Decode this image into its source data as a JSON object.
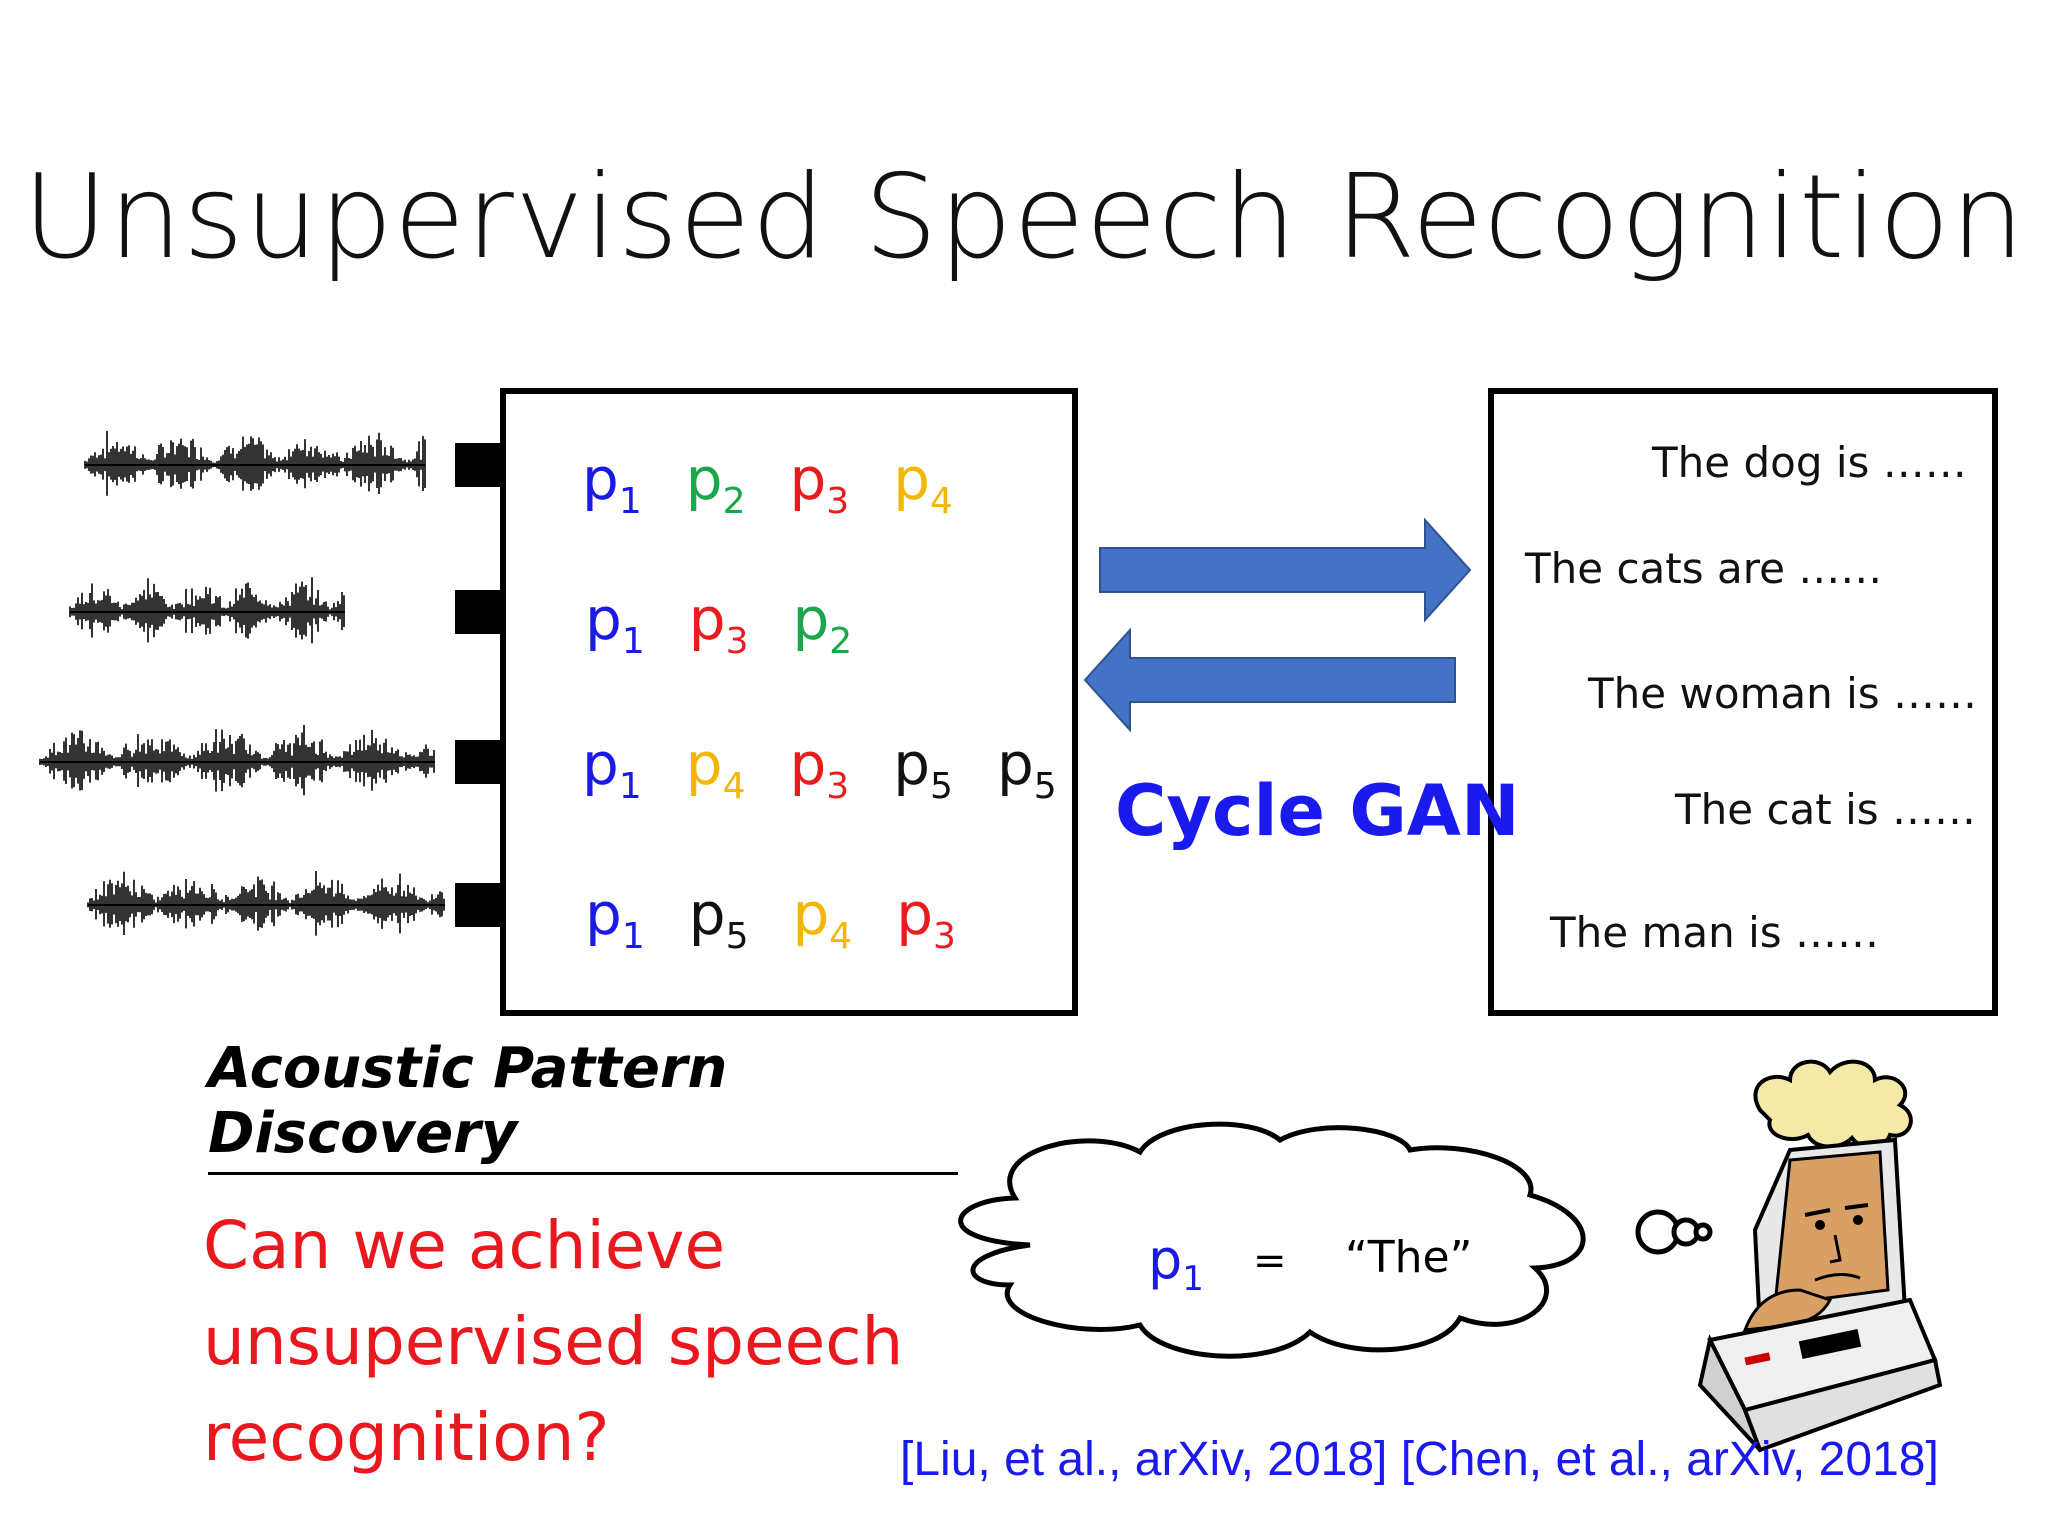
{
  "title": "Unsupervised Speech Recognition",
  "colors": {
    "p1": "#1a1ae6",
    "p2": "#1aa64a",
    "p3": "#e81c1c",
    "p4": "#f2b705",
    "p5": "#111111",
    "arrow_blue": "#4472c4",
    "question_red": "#e8181e",
    "ref_blue": "#1a1aee"
  },
  "acoustic_rows": [
    [
      {
        "base": "p",
        "sub": "1",
        "color": "p1"
      },
      {
        "base": "p",
        "sub": "2",
        "color": "p2"
      },
      {
        "base": "p",
        "sub": "3",
        "color": "p3"
      },
      {
        "base": "p",
        "sub": "4",
        "color": "p4"
      }
    ],
    [
      {
        "base": "p",
        "sub": "1",
        "color": "p1"
      },
      {
        "base": "p",
        "sub": "3",
        "color": "p3"
      },
      {
        "base": "p",
        "sub": "2",
        "color": "p2"
      }
    ],
    [
      {
        "base": "p",
        "sub": "1",
        "color": "p1"
      },
      {
        "base": "p",
        "sub": "4",
        "color": "p4"
      },
      {
        "base": "p",
        "sub": "3",
        "color": "p3"
      },
      {
        "base": "p",
        "sub": "5",
        "color": "p5"
      },
      {
        "base": "p",
        "sub": "5",
        "color": "p5"
      }
    ],
    [
      {
        "base": "p",
        "sub": "1",
        "color": "p1"
      },
      {
        "base": "p",
        "sub": "5",
        "color": "p5"
      },
      {
        "base": "p",
        "sub": "4",
        "color": "p4"
      },
      {
        "base": "p",
        "sub": "3",
        "color": "p3"
      }
    ]
  ],
  "text_corpus": [
    "The dog is ……",
    "The cats  are ……",
    "The woman is ……",
    "The cat is ……",
    "The man is ……"
  ],
  "cycle_gan_label": "Cycle GAN",
  "acoustic_label": "Acoustic Pattern Discovery",
  "question": "Can we achieve unsupervised speech recognition?",
  "thought": {
    "lhs_base": "p",
    "lhs_sub": "1",
    "equals": "=",
    "rhs": "“The”"
  },
  "references": "[Liu, et al., arXiv, 2018] [Chen, et al., arXiv, 2018]",
  "icons": {
    "waveform": "waveform-icon",
    "arrow": "right-arrow-icon",
    "thinker": "thinking-computer-icon"
  }
}
